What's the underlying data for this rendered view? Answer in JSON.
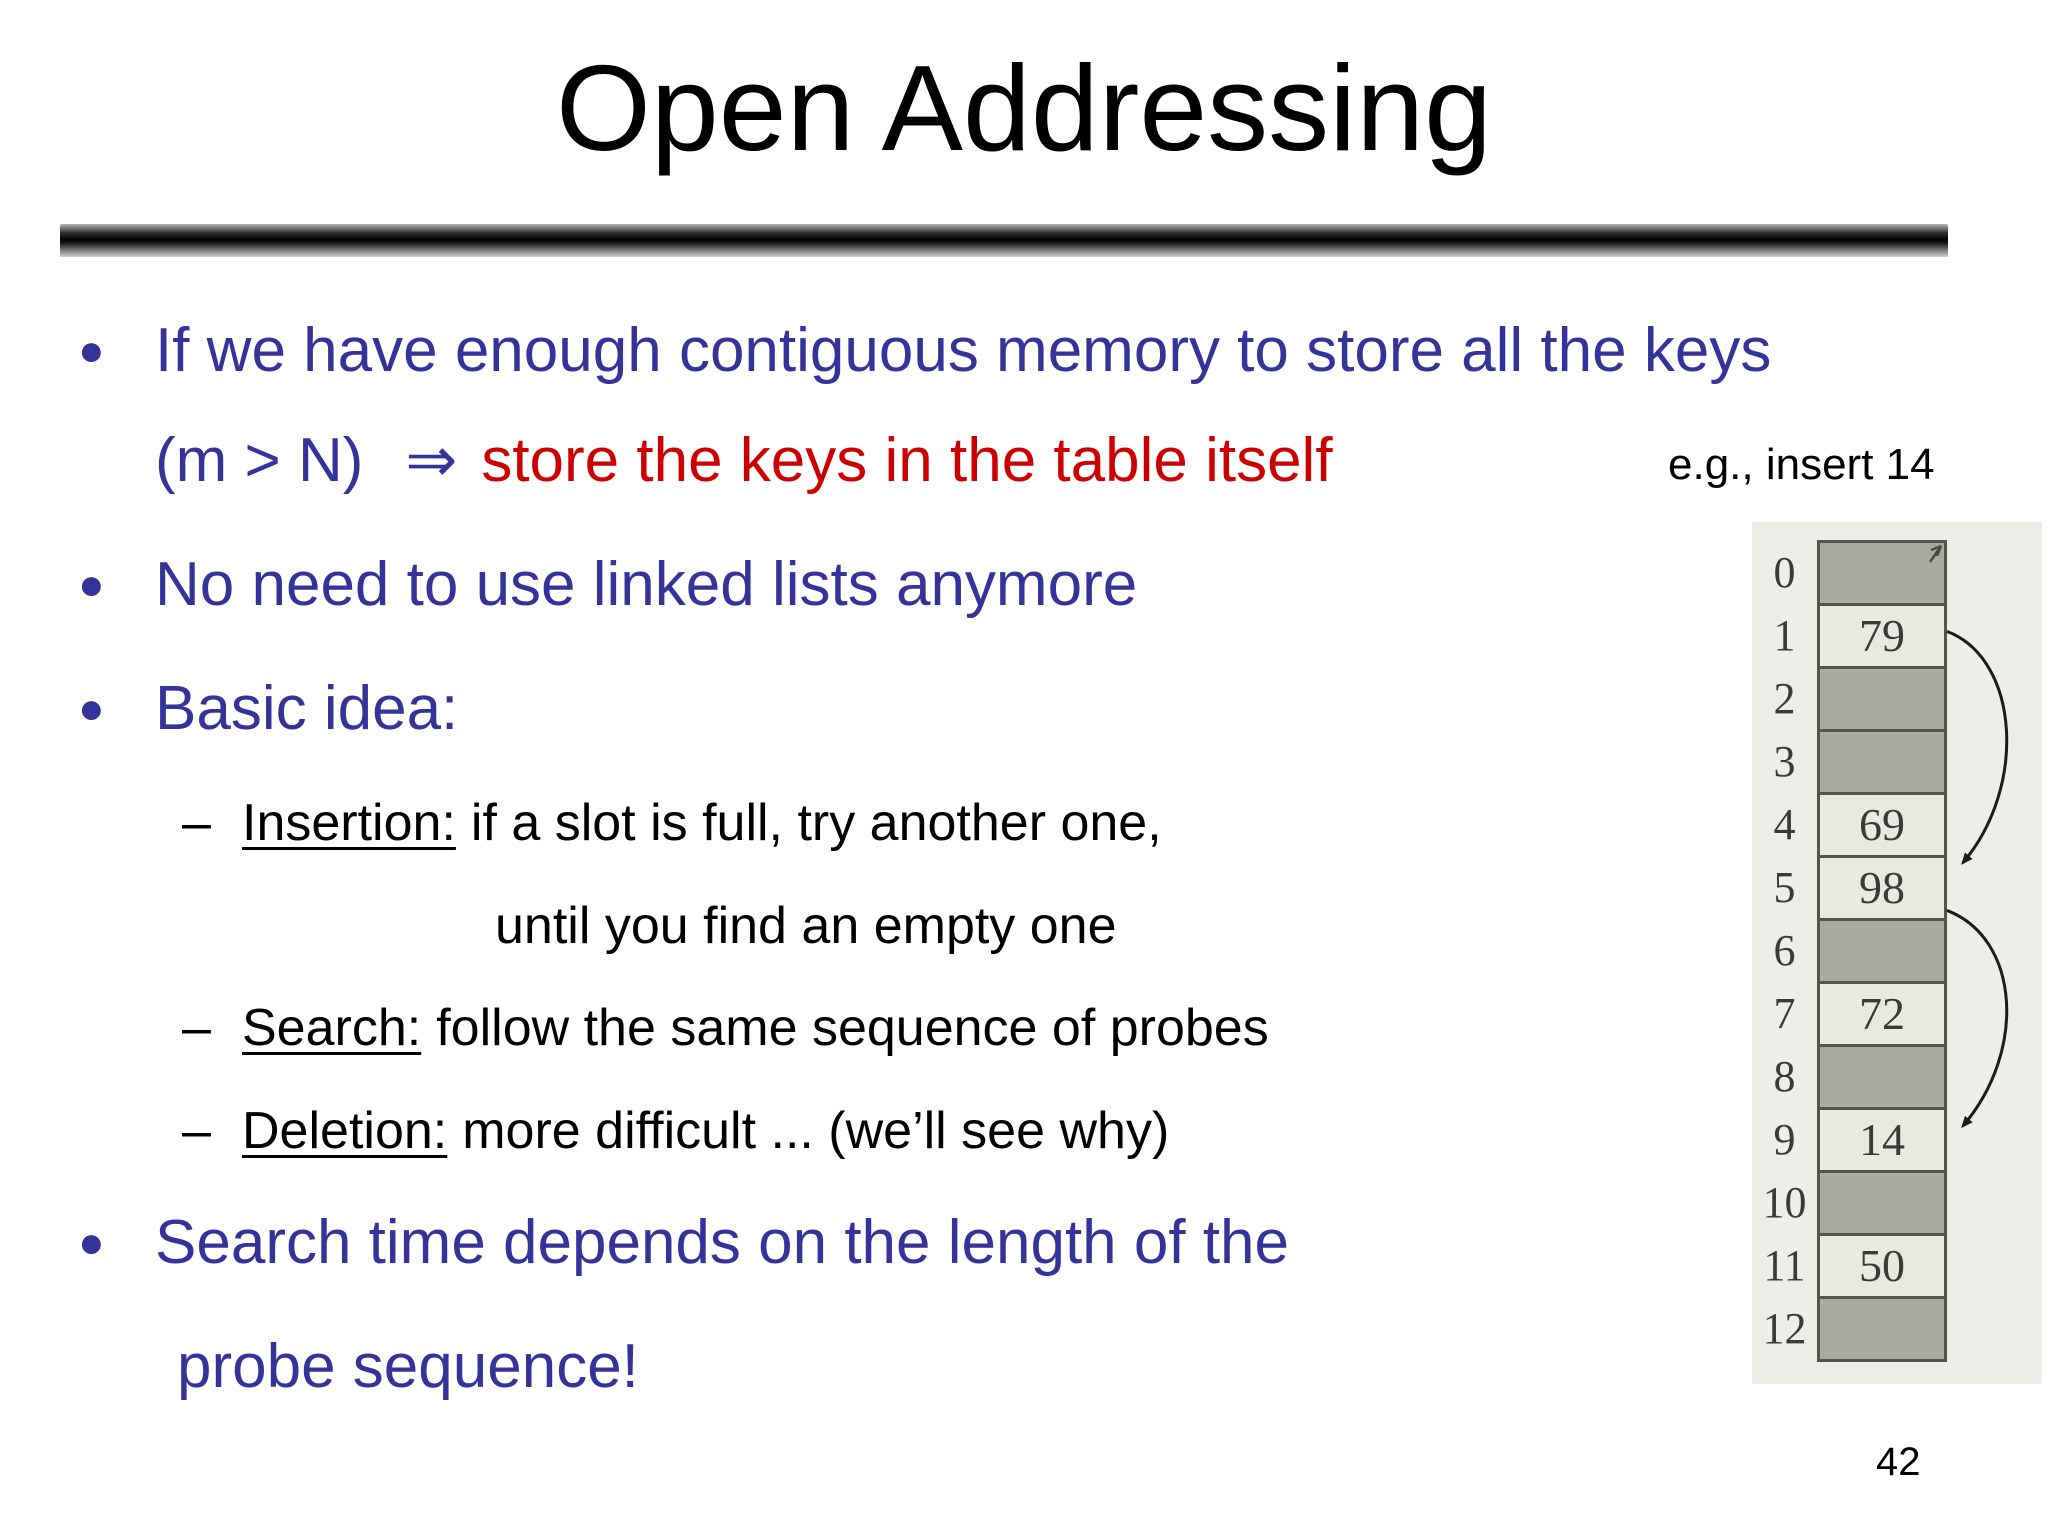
{
  "slide": {
    "title": "Open Addressing",
    "page_number": "42",
    "colors": {
      "blue": "#333399",
      "red": "#CC0000",
      "text": "#000000"
    }
  },
  "chars": {
    "bullet": "●",
    "dash": "–",
    "implies": "⇒"
  },
  "content": {
    "b1_line1": "If we have enough contiguous memory to store all the keys",
    "b1_line2_lhs": "(m > N)",
    "b1_line2_red": "store the keys in the table itself",
    "example_note": "e.g., insert 14",
    "b2": "No need to use linked lists anymore",
    "b3": "Basic idea:",
    "sub1_label": "Insertion:",
    "sub1_text": "if a slot is full, try another one,",
    "sub1_cont": "until you find an empty one",
    "sub2_label": "Search:",
    "sub2_text": "follow the same sequence of probes",
    "sub3_label": "Deletion:",
    "sub3_text": "more difficult ... (we’ll see why)",
    "b4_line1": "Search time depends on the length of the",
    "b4_line2": "probe sequence!"
  },
  "diagram": {
    "rows": [
      {
        "index": "0",
        "value": "",
        "filled": false
      },
      {
        "index": "1",
        "value": "79",
        "filled": true
      },
      {
        "index": "2",
        "value": "",
        "filled": false
      },
      {
        "index": "3",
        "value": "",
        "filled": false
      },
      {
        "index": "4",
        "value": "69",
        "filled": true
      },
      {
        "index": "5",
        "value": "98",
        "filled": true
      },
      {
        "index": "6",
        "value": "",
        "filled": false
      },
      {
        "index": "7",
        "value": "72",
        "filled": true
      },
      {
        "index": "8",
        "value": "",
        "filled": false
      },
      {
        "index": "9",
        "value": "14",
        "filled": true
      },
      {
        "index": "10",
        "value": "",
        "filled": false
      },
      {
        "index": "11",
        "value": "50",
        "filled": true
      },
      {
        "index": "12",
        "value": "",
        "filled": false
      }
    ],
    "probe_arrows": [
      {
        "from": 1,
        "to": 5,
        "from_anchor": 0.45,
        "to_anchor": 0.12
      },
      {
        "from": 5,
        "to": 9,
        "from_anchor": 0.88,
        "to_anchor": 0.3
      }
    ],
    "colors": {
      "background": "#EDEEE7",
      "empty_cell": "#A9ABA2",
      "filled_cell": "#E8E9E0",
      "border": "#54544C",
      "digits": "#3A3A36"
    }
  }
}
